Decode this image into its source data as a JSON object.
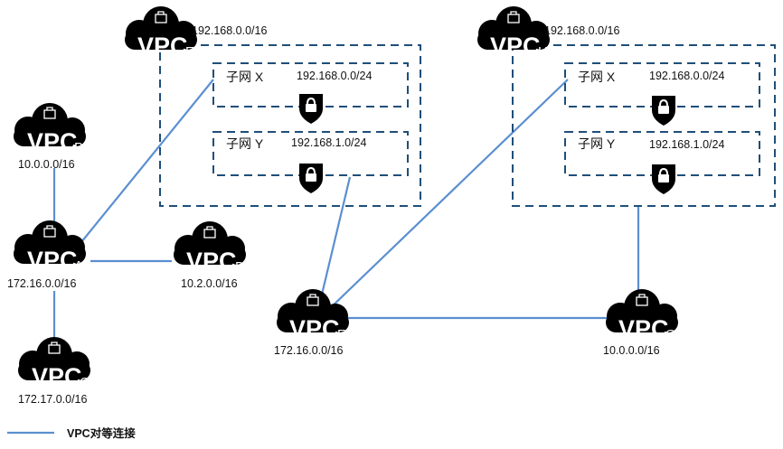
{
  "legend": {
    "label": "VPC对等连接"
  },
  "vpcs": {
    "A": {
      "text": "VPC",
      "sub": "A",
      "cidr": "172.16.0.0/16"
    },
    "B": {
      "text": "VPC",
      "sub": "B",
      "cidr": "10.0.0.0/16"
    },
    "C": {
      "text": "VPC",
      "sub": "C",
      "cidr": "172.17.0.0/16"
    },
    "D": {
      "text": "VPC",
      "sub": "D",
      "cidr": "10.2.0.0/16"
    },
    "E": {
      "text": "VPC",
      "sub": "E",
      "cidr": "192.168.0.0/16"
    },
    "F": {
      "text": "VPC",
      "sub": "F",
      "cidr": "172.16.0.0/16"
    },
    "G": {
      "text": "VPC",
      "sub": "G",
      "cidr": "10.0.0.0/16"
    },
    "H": {
      "text": "VPC",
      "sub": "H",
      "cidr": "192.168.0.0/16"
    }
  },
  "subnets": {
    "EX": {
      "name": "子网 X",
      "cidr": "192.168.0.0/24"
    },
    "EY": {
      "name": "子网 Y",
      "cidr": "192.168.1.0/24"
    },
    "HX": {
      "name": "子网 X",
      "cidr": "192.168.0.0/24"
    },
    "HY": {
      "name": "子网 Y",
      "cidr": "192.168.1.0/24"
    }
  },
  "connections": [
    {
      "from": "VPC-A",
      "to": "VPC-B"
    },
    {
      "from": "VPC-A",
      "to": "VPC-C"
    },
    {
      "from": "VPC-A",
      "to": "VPC-D"
    },
    {
      "from": "VPC-A",
      "to": "VPC-E 子网 X"
    },
    {
      "from": "VPC-F",
      "to": "VPC-E 子网 Y"
    },
    {
      "from": "VPC-F",
      "to": "VPC-H 子网 X"
    },
    {
      "from": "VPC-F",
      "to": "VPC-G"
    },
    {
      "from": "VPC-G",
      "to": "VPC-H"
    }
  ],
  "colors": {
    "line": "#5B8FD0",
    "dash_border": "#1F4E79",
    "cloud": "#000000",
    "text": "#111111"
  }
}
